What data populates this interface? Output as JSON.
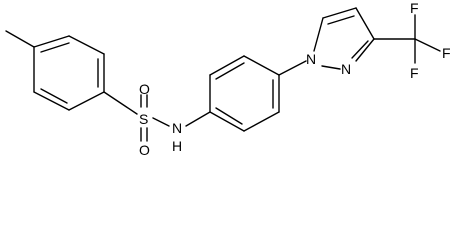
{
  "atoms": {
    "S": "S",
    "O_top": "O",
    "O_bottom": "O",
    "NH": "N",
    "H": "H",
    "N1": "N",
    "N2": "N",
    "F1": "F",
    "F2": "F",
    "F3": "F"
  }
}
